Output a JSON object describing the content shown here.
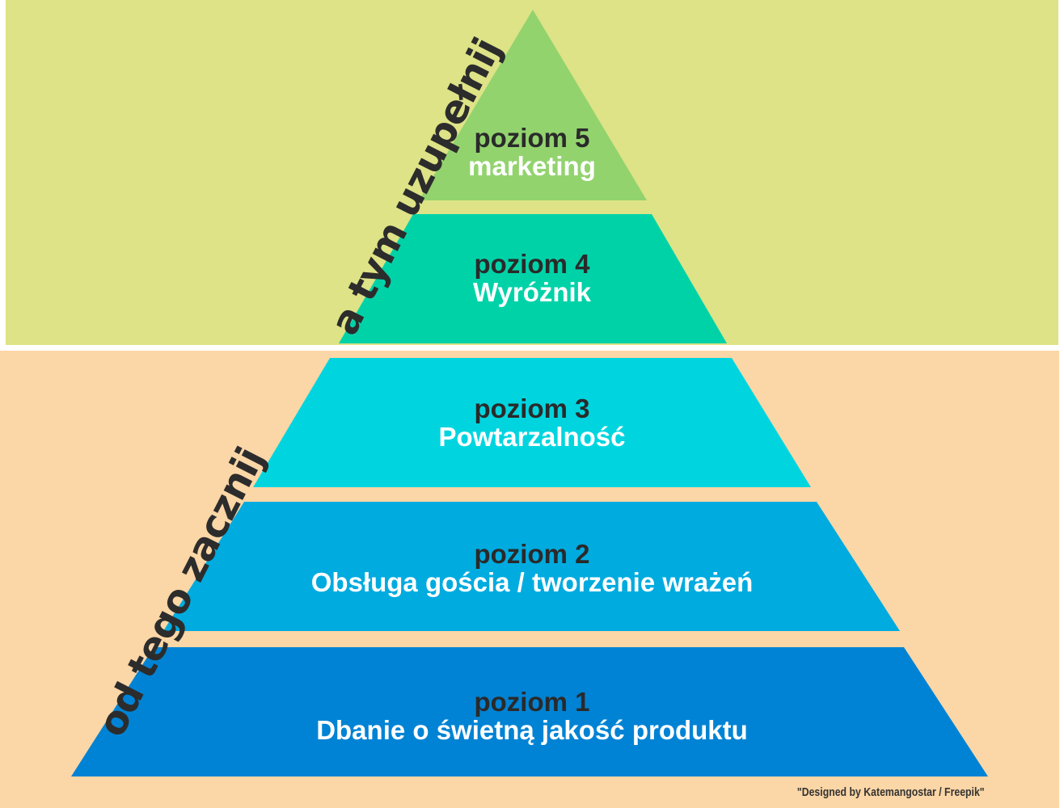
{
  "levels": [
    {
      "num": "poziom 5",
      "name": "marketing",
      "color": "#92d36e"
    },
    {
      "num": "poziom 4",
      "name": "Wyróżnik",
      "color": "#00d2a8"
    },
    {
      "num": "poziom 3",
      "name": "Powtarzalność",
      "color": "#00d5df"
    },
    {
      "num": "poziom 2",
      "name": "Obsługa gościa / tworzenie wrażeń",
      "color": "#00abdf"
    },
    {
      "num": "poziom 1",
      "name": "Dbanie o świetną jakość produktu",
      "color": "#0083d4"
    }
  ],
  "labels": {
    "top": "a tym uzupełnij",
    "bottom": "od tego zacznij"
  },
  "credit": "\"Designed by Katemangostar / Freepik\"",
  "colors": {
    "top_band": "#dde386",
    "bottom_band": "#fbd6a6"
  }
}
